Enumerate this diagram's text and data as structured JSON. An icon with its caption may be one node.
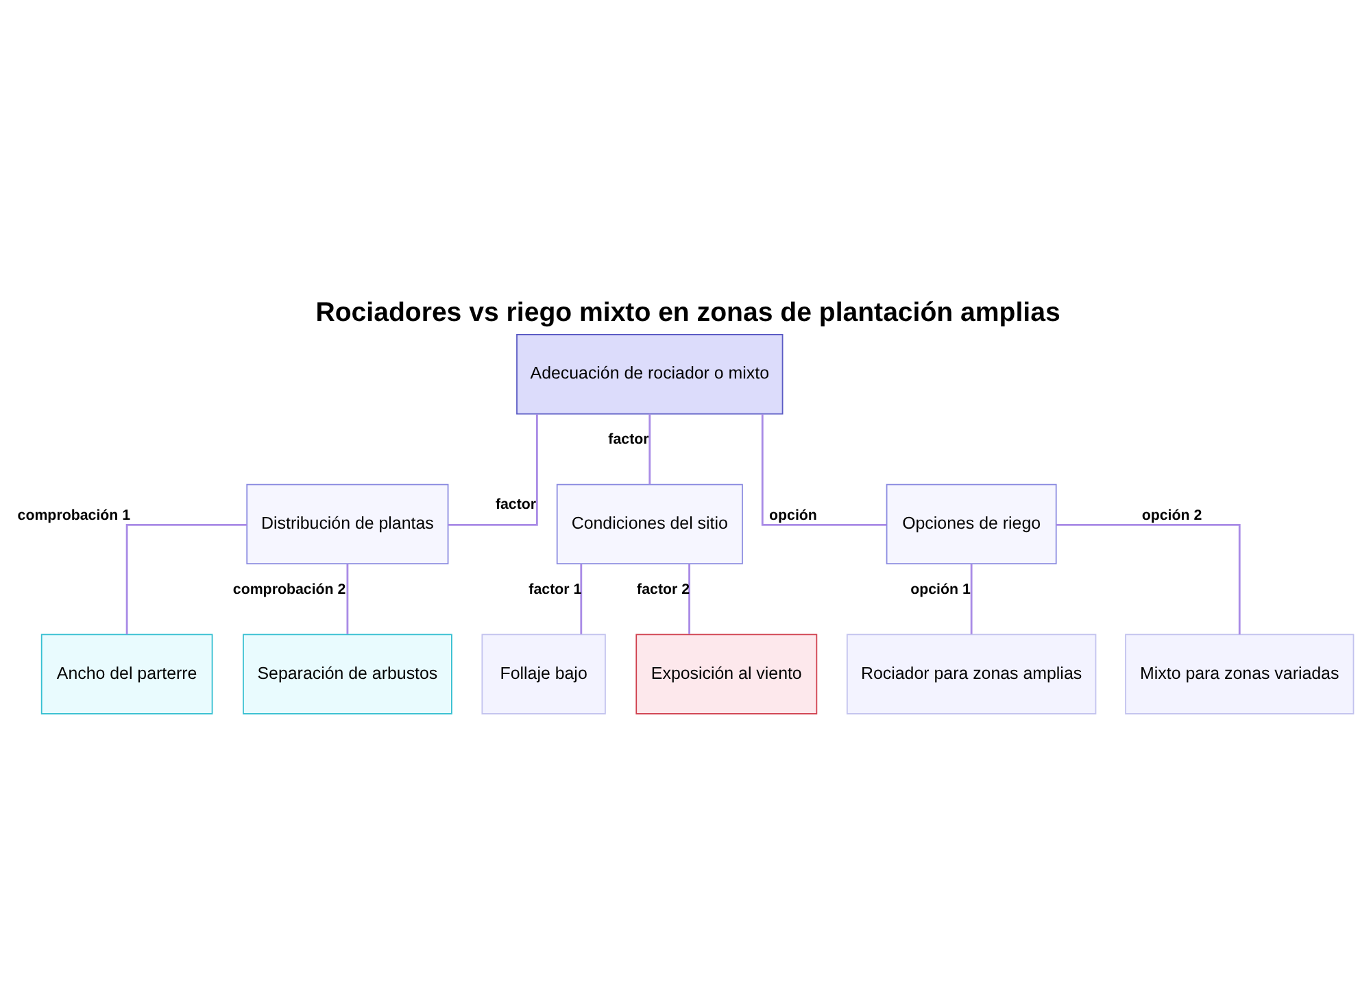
{
  "diagram": {
    "title": "Rociadores vs riego mixto en zonas de plantación amplias",
    "nodes": [
      {
        "text": [
          "Adecuación de rociador o mixto"
        ]
      },
      {
        "text": [
          "Distribución de plantas"
        ]
      },
      {
        "text": [
          "Condiciones del sitio"
        ]
      },
      {
        "text": [
          "Opciones de riego"
        ]
      },
      {
        "text": [
          "Ancho del parterre"
        ]
      },
      {
        "text": [
          "Separación de arbustos"
        ]
      },
      {
        "text": [
          "Follaje bajo"
        ]
      },
      {
        "text": [
          "Exposición al viento"
        ]
      },
      {
        "text": [
          "Rociador para zonas amplias"
        ]
      },
      {
        "text": [
          "Mixto para zonas variadas"
        ]
      }
    ],
    "edges": [
      {
        "from": 0,
        "to": 1,
        "arrow": "none",
        "label": "factor"
      },
      {
        "from": 0,
        "to": 2,
        "arrow": "none",
        "label": "factor"
      },
      {
        "from": 0,
        "to": 3,
        "arrow": "none",
        "label": "opción"
      },
      {
        "from": 1,
        "to": 4,
        "arrow": "none",
        "label": "comprobación 1"
      },
      {
        "from": 1,
        "to": 5,
        "arrow": "none",
        "label": "comprobación 2"
      },
      {
        "from": 2,
        "to": 6,
        "arrow": "none",
        "label": "factor 1"
      },
      {
        "from": 2,
        "to": 7,
        "arrow": "none",
        "label": "factor 2"
      },
      {
        "from": 3,
        "to": 8,
        "arrow": "none",
        "label": "opción 1"
      },
      {
        "from": 3,
        "to": 9,
        "arrow": "none",
        "label": "opción 2"
      }
    ]
  }
}
